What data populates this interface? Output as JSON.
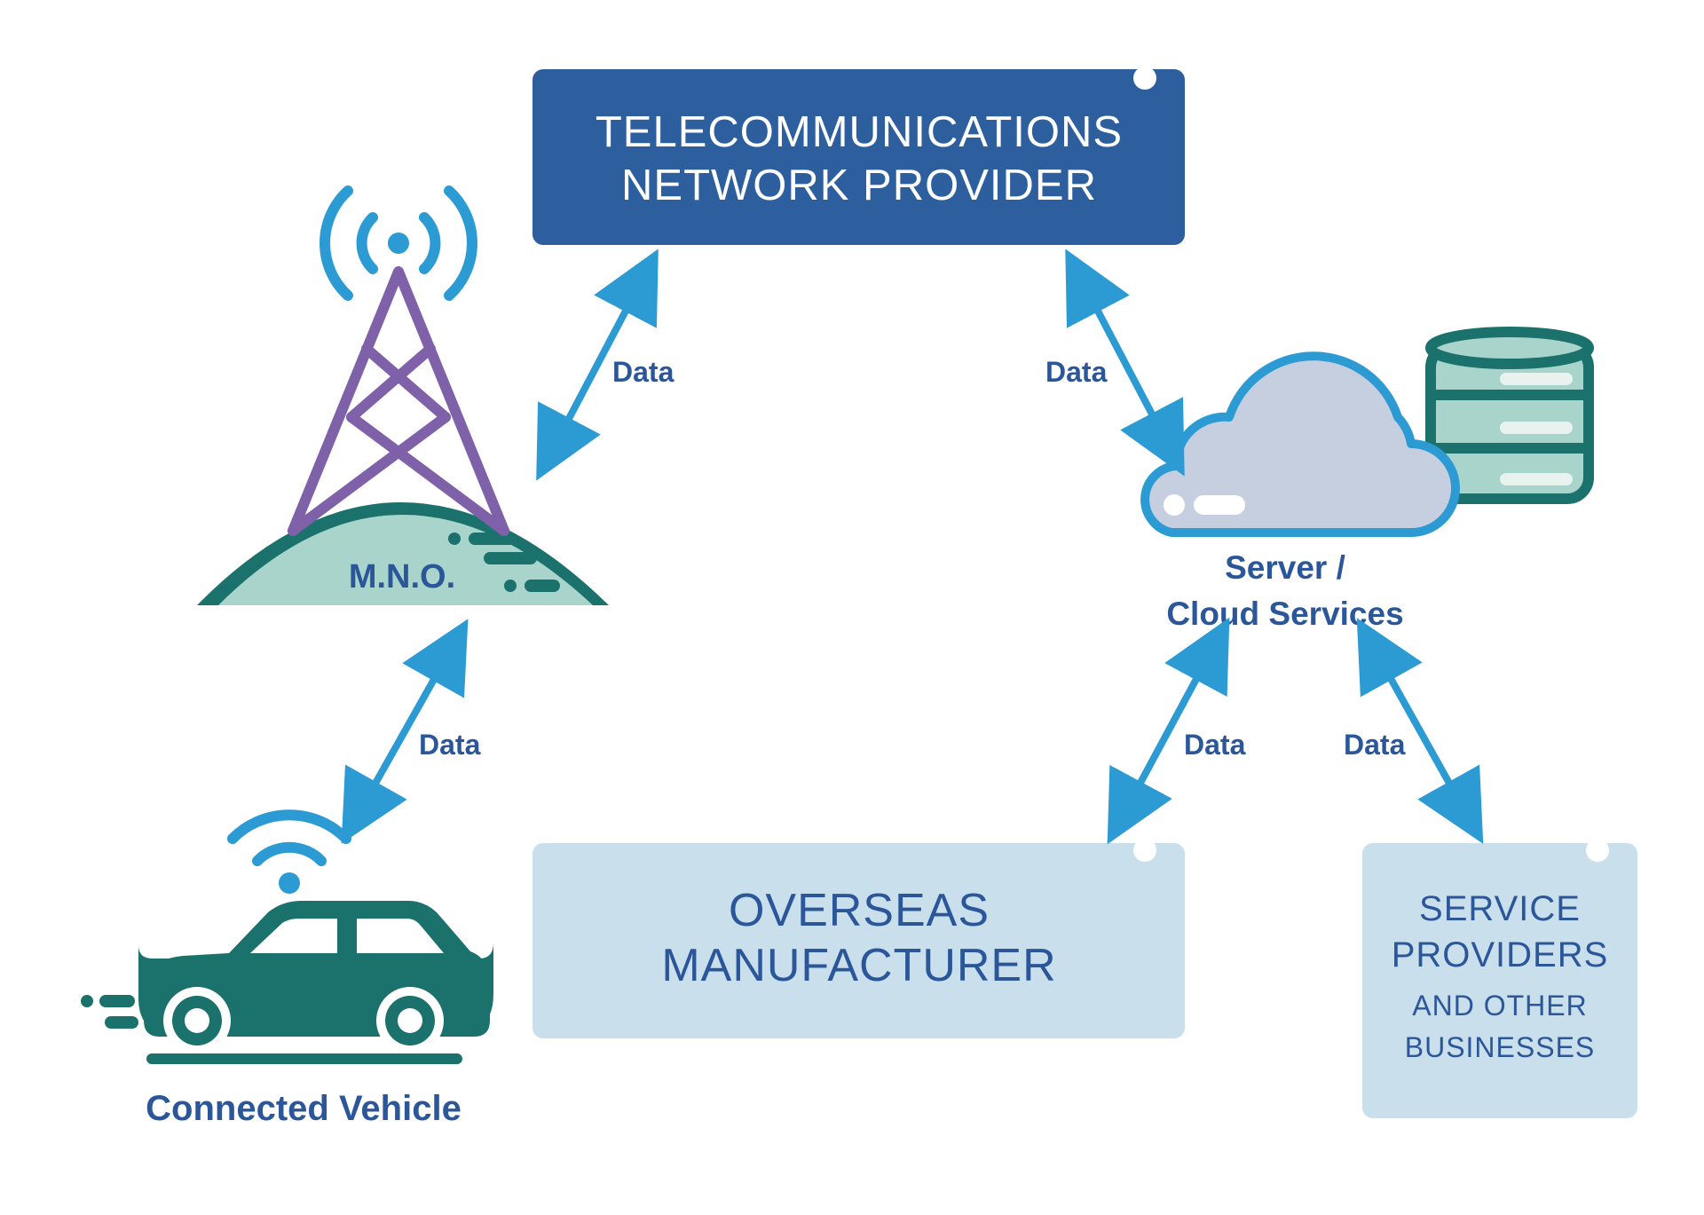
{
  "colors": {
    "dark_blue": "#2d5f9e",
    "light_blue_box": "#c9dfeb",
    "arrow": "#2d9bd3",
    "label_text": "#2b579a",
    "teal": "#1b716b",
    "mint": "#a9d4cc",
    "purple": "#7e61a8",
    "cloud_fill": "#c6cfdf",
    "cloud_stroke": "#2d9bd3",
    "db_fill": "#a9d4cc",
    "db_stroke": "#1b716b"
  },
  "nodes": {
    "telecom": {
      "line1": "TELECOMMUNICATIONS",
      "line2": "NETWORK PROVIDER"
    },
    "mno": {
      "label": "M.N.O.",
      "icon": "cell-tower-icon"
    },
    "cloud": {
      "line1": "Server /",
      "line2": "Cloud Services",
      "icon": "cloud-server-icon"
    },
    "vehicle": {
      "label": "Connected Vehicle",
      "icon": "connected-car-icon"
    },
    "manufacturer": {
      "line1": "OVERSEAS",
      "line2": "MANUFACTURER"
    },
    "service": {
      "line1": "SERVICE",
      "line2": "PROVIDERS",
      "line3": "AND OTHER",
      "line4": "BUSINESSES"
    }
  },
  "edges": [
    {
      "from": "mno",
      "to": "telecom",
      "label": "Data",
      "direction": "bidirectional"
    },
    {
      "from": "telecom",
      "to": "cloud",
      "label": "Data",
      "direction": "bidirectional"
    },
    {
      "from": "vehicle",
      "to": "mno",
      "label": "Data",
      "direction": "bidirectional"
    },
    {
      "from": "manufacturer",
      "to": "cloud",
      "label": "Data",
      "direction": "bidirectional"
    },
    {
      "from": "cloud",
      "to": "service",
      "label": "Data",
      "direction": "bidirectional"
    }
  ]
}
